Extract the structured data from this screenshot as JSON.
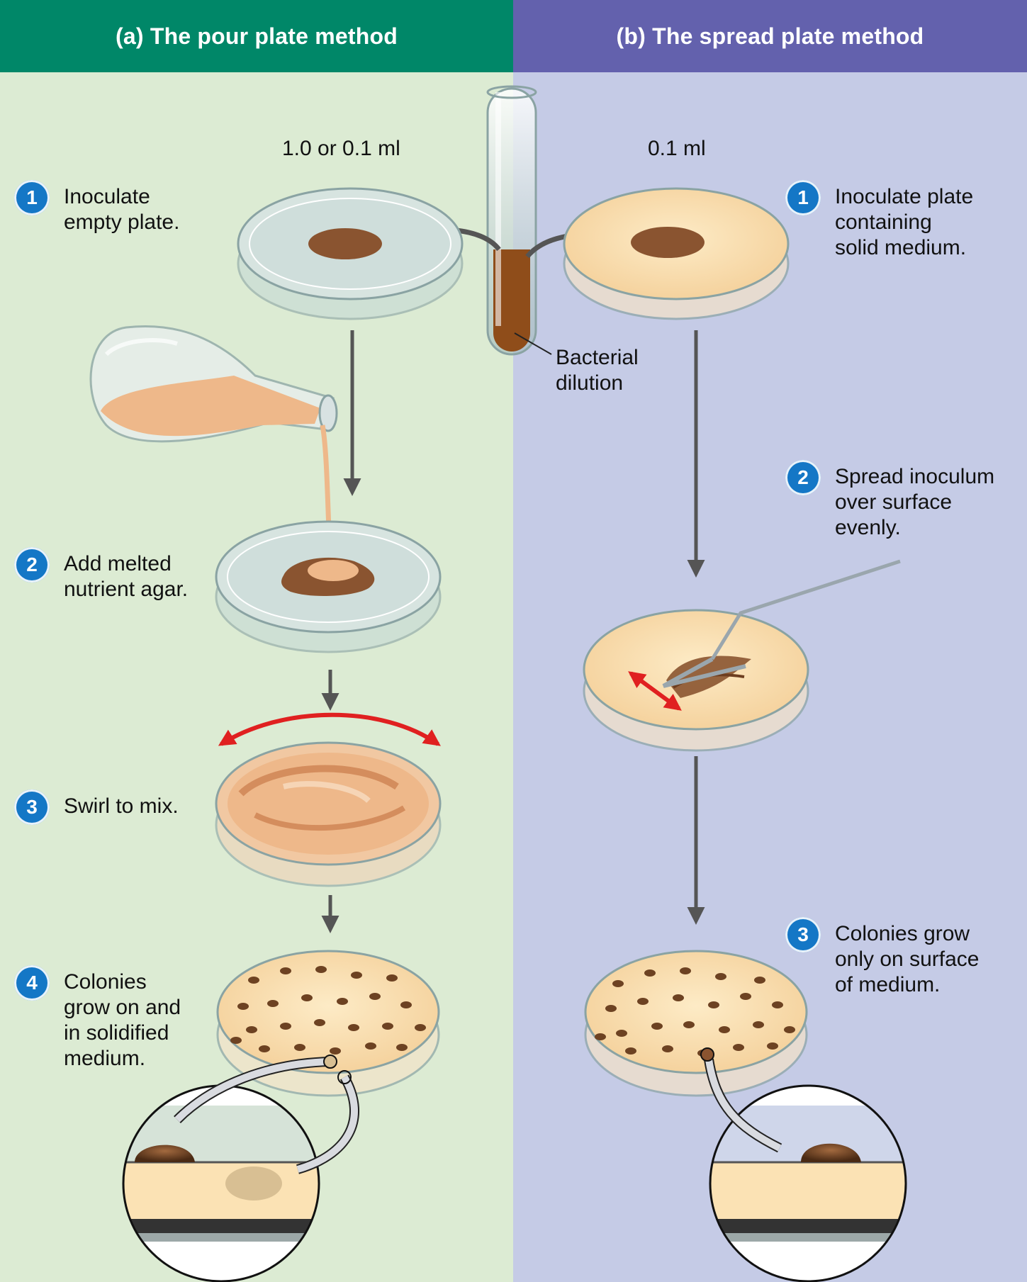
{
  "colors": {
    "pour_header": "#008768",
    "pour_bg": "#dcebd3",
    "spread_header": "#6361ad",
    "spread_bg": "#c5cbe6",
    "badge": "#1477c6",
    "agar": "#fbe2b4",
    "inoculum": "#8a5430",
    "swirl_arrow": "#e02020"
  },
  "pour_plate": {
    "title": "(a) The pour plate method",
    "volume": "1.0 or 0.1 ml",
    "steps": [
      {
        "num": "1",
        "text": "Inoculate\nempty plate."
      },
      {
        "num": "2",
        "text": "Add melted\nnutrient agar."
      },
      {
        "num": "3",
        "text": "Swirl to mix."
      },
      {
        "num": "4",
        "text": "Colonies\ngrow on and\nin solidified\nmedium."
      }
    ]
  },
  "spread_plate": {
    "title": "(b) The spread plate method",
    "volume": "0.1 ml",
    "steps": [
      {
        "num": "1",
        "text": "Inoculate plate\ncontaining\nsolid medium."
      },
      {
        "num": "2",
        "text": "Spread inoculum\nover surface\nevenly."
      },
      {
        "num": "3",
        "text": "Colonies grow\nonly on surface\nof medium."
      }
    ]
  },
  "tube_label": "Bacterial\ndilution",
  "icons": [
    "test-tube-icon",
    "flask-icon",
    "petri-dish-icon",
    "spreader-icon",
    "magnifier-icon"
  ]
}
